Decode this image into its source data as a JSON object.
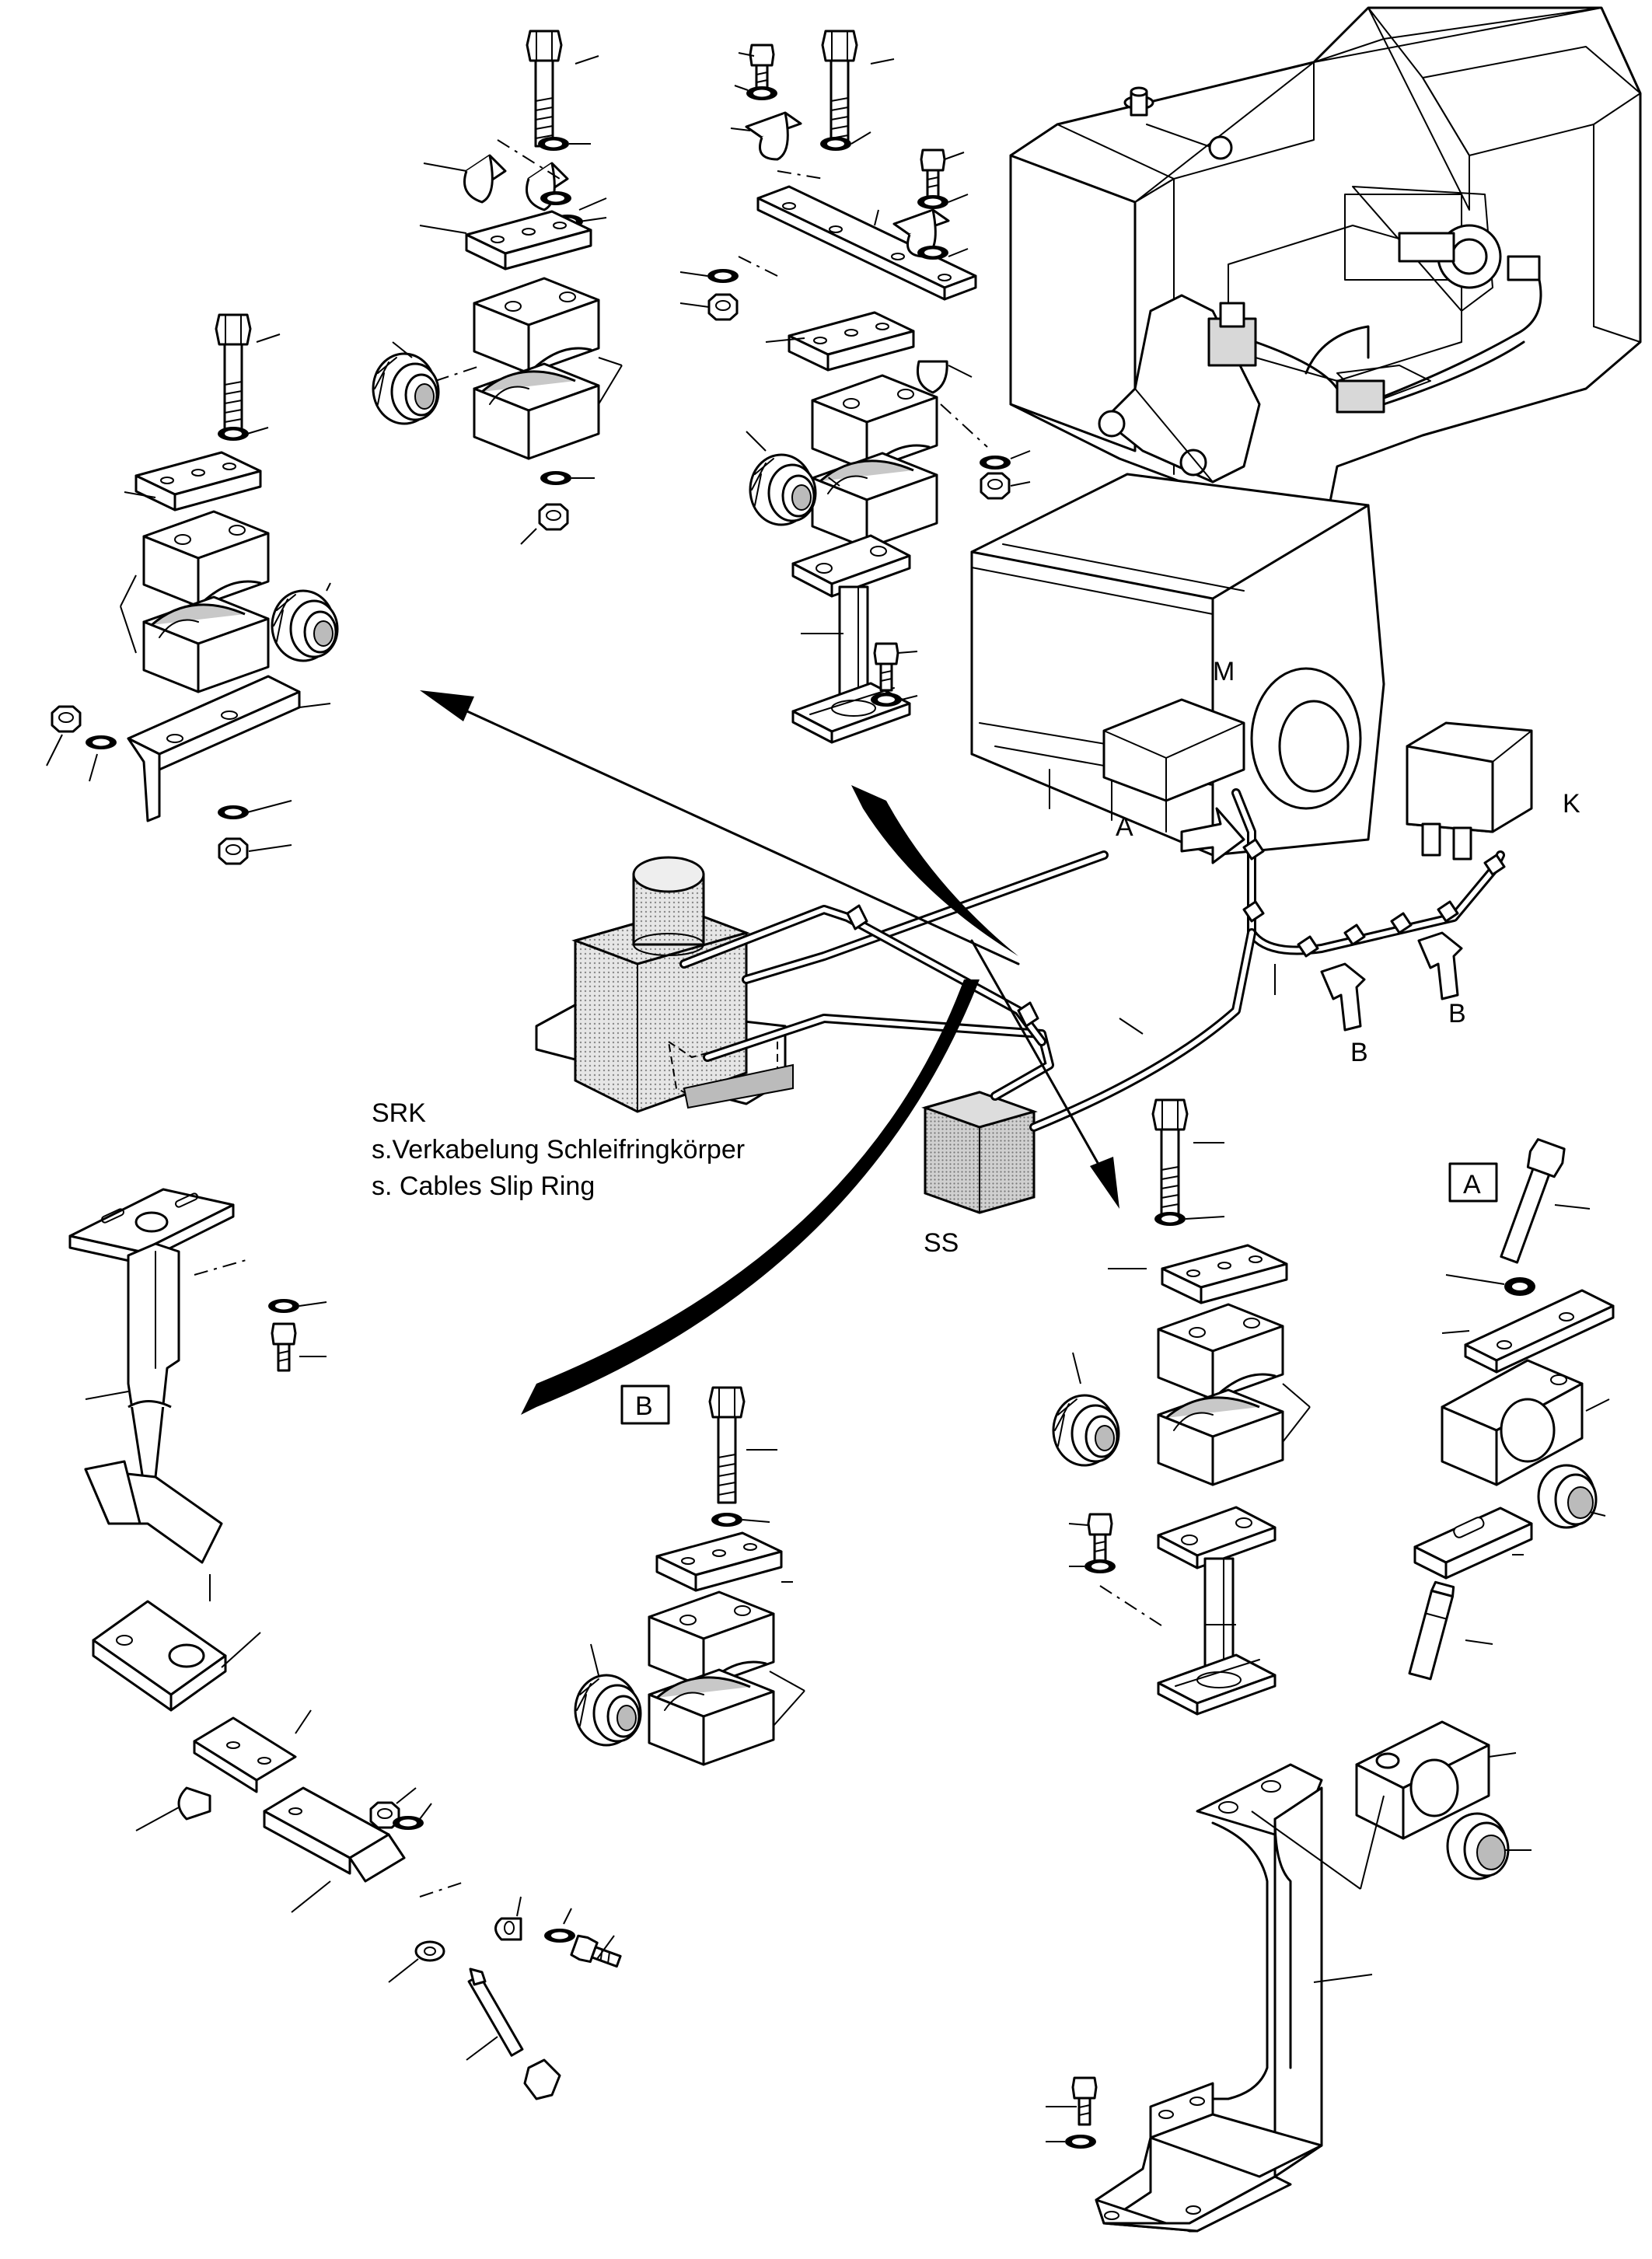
{
  "labels": {
    "motor": "M",
    "connector_box": "K",
    "arrow_a": "A",
    "arrow_b_1": "B",
    "arrow_b_2": "B",
    "slip_switch": "SS",
    "detail_a_tag": "A",
    "detail_b_tag": "B"
  },
  "srk_note": {
    "line1": "SRK",
    "line2": "s.Verkabelung Schleifringkörper",
    "line3": "s. Cables Slip Ring"
  }
}
